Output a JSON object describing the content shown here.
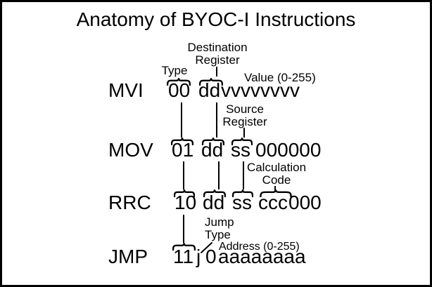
{
  "title": "Anatomy of BYOC-I Instructions",
  "colors": {
    "ink": "#000000",
    "background": "#ffffff",
    "border": "#000000"
  },
  "rows": [
    {
      "mnemonic": "MVI",
      "type_bits": "00",
      "dest_bits": "dd",
      "tail": "vvvvvvvv"
    },
    {
      "mnemonic": "MOV",
      "type_bits": "01",
      "dest_bits": "dd",
      "src_bits": "ss",
      "tail": "000000"
    },
    {
      "mnemonic": "RRC",
      "type_bits": "10",
      "dest_bits": "dd",
      "src_bits": "ss",
      "calc_bits": "ccc",
      "tail": "000"
    },
    {
      "mnemonic": "JMP",
      "type_bits": "11",
      "jump_bit": "j",
      "zero_bit": "0",
      "tail": "aaaaaaaa"
    }
  ],
  "annotations": {
    "type": "Type",
    "destination_register": {
      "line1": "Destination",
      "line2": "Register"
    },
    "value": "Value (0-255)",
    "source_register": {
      "line1": "Source",
      "line2": "Register"
    },
    "calculation_code": {
      "line1": "Calculation",
      "line2": "Code"
    },
    "jump_type": {
      "line1": "Jump",
      "line2": "Type"
    },
    "address": "Address (0-255)"
  }
}
